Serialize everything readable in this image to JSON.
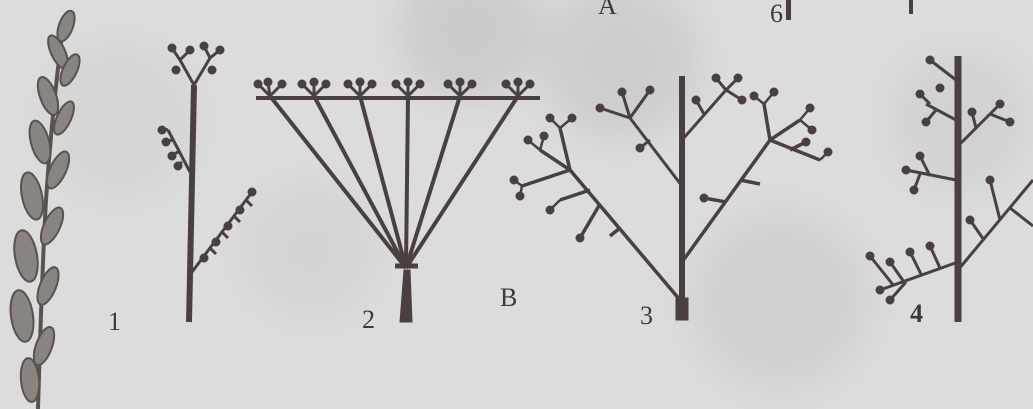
{
  "labels": {
    "top_a": "А",
    "top_6": "6",
    "fig1": "1",
    "fig2": "2",
    "fig3": "3",
    "fig4": "4",
    "section_b": "В"
  },
  "colors": {
    "background": "#d9d9d9",
    "stroke": "#4a4040",
    "leaf": "#8a8480",
    "text": "#3a3a3a"
  }
}
